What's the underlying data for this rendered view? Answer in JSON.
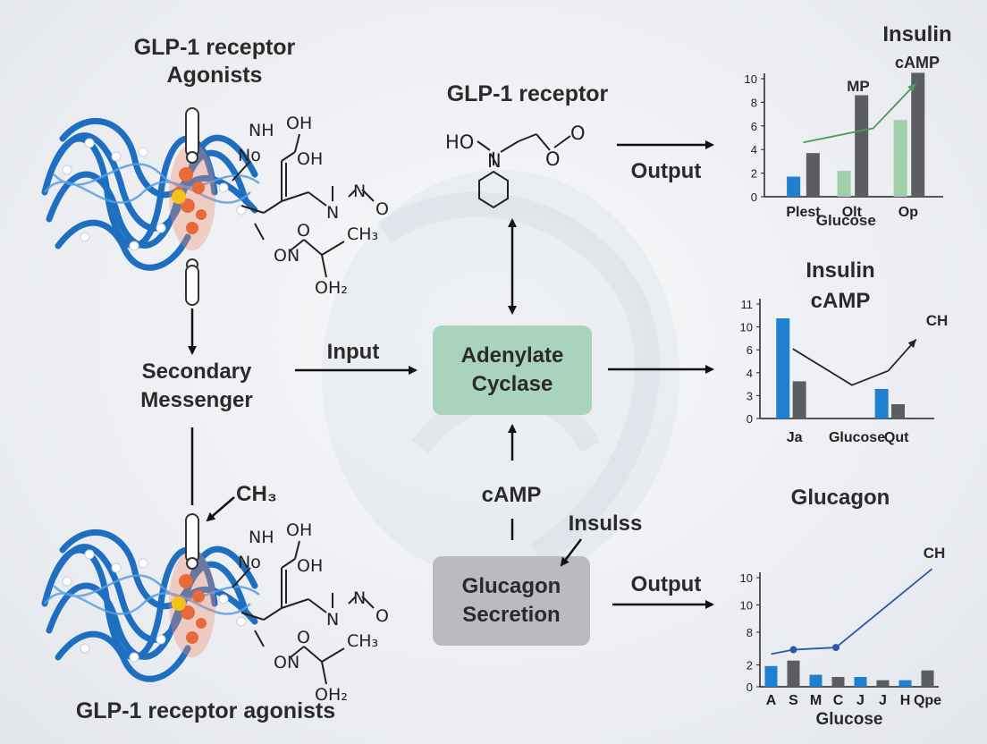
{
  "labels": {
    "top_left_title_1": "GLP-1 receptor",
    "top_left_title_2": "Agonists",
    "receptor_title": "GLP-1 receptor",
    "secondary_1": "Secondary",
    "secondary_2": "Messenger",
    "input": "Input",
    "output_top": "Output",
    "output_bottom": "Output",
    "camp": "cAMP",
    "insulss": "Insulss",
    "bottom_left_title": "GLP-1 receptor agonists",
    "ch3_arrow": "CH₃"
  },
  "boxes": {
    "adenylate_1": "Adenylate",
    "adenylate_2": "Cyclase",
    "glucagon_1": "Glucagon",
    "glucagon_2": "Secretion"
  },
  "chem": {
    "nh": "NH",
    "no": "No",
    "oh": "OH",
    "oh2": "OH",
    "n": "N",
    "o": "O",
    "on": "ON",
    "ch3": "CH₃",
    "oh_sub": "OH₂",
    "ho": "HO",
    "rn": "N",
    "ro1": "O",
    "ro2": "O"
  },
  "colors": {
    "blue_bar": "#1f7fd0",
    "dark_bar": "#5b5d61",
    "light_green_bar": "#9fd0ab",
    "trend_green": "#4a9a5c",
    "trend_blue": "#2c5aa8",
    "box_green": "#a9d3bd",
    "box_gray": "#b9bbbe",
    "protein_blue": "#1f6fc0"
  },
  "chart_data": [
    {
      "type": "bar",
      "title": "Insulin",
      "subtitle": "cAMP",
      "annotation": "MP",
      "ylim": [
        0,
        10
      ],
      "yticks": [
        0,
        2,
        4,
        6,
        8,
        10
      ],
      "categories": [
        "Plest",
        "Olt",
        "Op"
      ],
      "sub_label": "Glucose",
      "bars": [
        {
          "pos": 0.75,
          "value": 1.7,
          "color": "#1f7fd0"
        },
        {
          "pos": 1.25,
          "value": 3.7,
          "color": "#5b5d61"
        },
        {
          "pos": 2.05,
          "value": 2.2,
          "color": "#9fd0ab"
        },
        {
          "pos": 2.5,
          "value": 8.6,
          "color": "#5b5d61"
        },
        {
          "pos": 3.5,
          "value": 6.5,
          "color": "#9fd0ab"
        },
        {
          "pos": 3.95,
          "value": 10.5,
          "color": "#5b5d61"
        }
      ],
      "trend": [
        [
          1.0,
          4.6
        ],
        [
          2.8,
          5.8
        ],
        [
          3.9,
          9.6
        ]
      ],
      "category_pos": [
        1.0,
        2.25,
        3.7
      ],
      "xlim": [
        0,
        4.6
      ]
    },
    {
      "type": "bar",
      "title": "Insulin",
      "subtitle": "cAMP",
      "annotation": "CH",
      "ylim": [
        0,
        12
      ],
      "yticks": [
        0,
        3,
        4,
        6,
        10,
        11
      ],
      "ytick_pos": [
        0,
        2,
        4,
        6,
        8,
        10
      ],
      "categories": [
        "Ja",
        "Glucose",
        "Qut"
      ],
      "bars": [
        {
          "pos": 0.7,
          "value": 10.5,
          "color": "#1f7fd0"
        },
        {
          "pos": 1.2,
          "value": 3.9,
          "color": "#5b5d61"
        },
        {
          "pos": 3.7,
          "value": 3.1,
          "color": "#1f7fd0"
        },
        {
          "pos": 4.2,
          "value": 1.5,
          "color": "#5b5d61"
        }
      ],
      "trend": [
        [
          1.0,
          7.3
        ],
        [
          2.8,
          3.5
        ],
        [
          3.9,
          5.0
        ],
        [
          4.75,
          8.3
        ]
      ],
      "category_pos": [
        1.05,
        2.95,
        4.15
      ],
      "xlim": [
        0,
        5.3
      ]
    },
    {
      "type": "bar",
      "title": "Glucagon",
      "annotation": "CH",
      "ylim": [
        0,
        10
      ],
      "yticks": [
        0,
        2,
        8,
        10,
        10
      ],
      "ytick_pos": [
        0,
        2,
        5,
        7.5,
        10
      ],
      "categories": [
        "A",
        "S",
        "M",
        "C",
        "J",
        "J",
        "H",
        "Qpe"
      ],
      "sub_label": "Glucose",
      "bars": [
        {
          "pos": 0.5,
          "value": 1.9,
          "color": "#1f7fd0"
        },
        {
          "pos": 1.5,
          "value": 2.4,
          "color": "#5b5d61"
        },
        {
          "pos": 2.5,
          "value": 1.1,
          "color": "#1f7fd0"
        },
        {
          "pos": 3.5,
          "value": 0.9,
          "color": "#5b5d61"
        },
        {
          "pos": 4.5,
          "value": 0.9,
          "color": "#1f7fd0"
        },
        {
          "pos": 5.5,
          "value": 0.6,
          "color": "#5b5d61"
        },
        {
          "pos": 6.5,
          "value": 0.6,
          "color": "#1f7fd0"
        },
        {
          "pos": 7.5,
          "value": 1.5,
          "color": "#5b5d61"
        }
      ],
      "trend": [
        [
          0.5,
          3.0
        ],
        [
          1.5,
          3.4
        ],
        [
          3.4,
          3.6
        ],
        [
          7.7,
          10.8
        ]
      ],
      "trend_markers": [
        1,
        2
      ],
      "category_pos": [
        0.5,
        1.5,
        2.5,
        3.5,
        4.5,
        5.5,
        6.5,
        7.5
      ],
      "xlim": [
        0,
        8
      ]
    }
  ]
}
